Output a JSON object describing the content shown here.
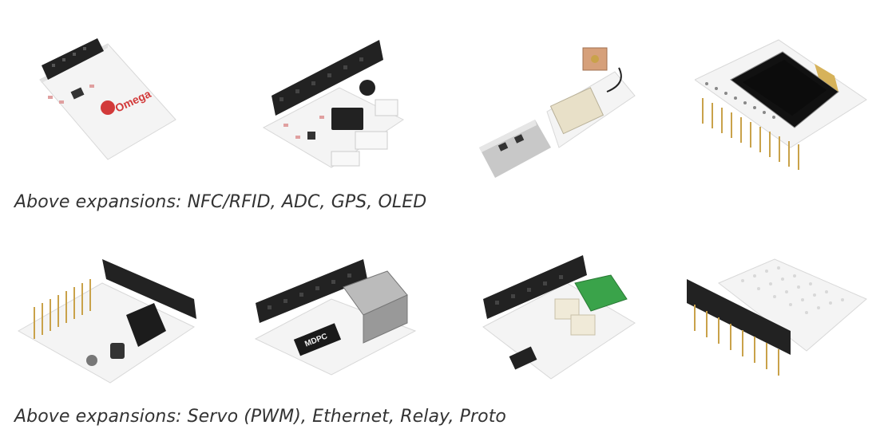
{
  "captions": {
    "row1": "Above expansions: NFC/RFID, ADC, GPS, OLED",
    "row2": "Above expansions: Servo (PWM), Ethernet, Relay, Proto"
  },
  "boards": {
    "nfc_logo": "Omega",
    "ethernet_chip": "MDPC"
  },
  "colors": {
    "board": "#f4f4f4",
    "header": "#222222",
    "accent_red": "#d23a3a",
    "terminal_green": "#3aa34a",
    "gold_pin": "#c9a24a"
  }
}
